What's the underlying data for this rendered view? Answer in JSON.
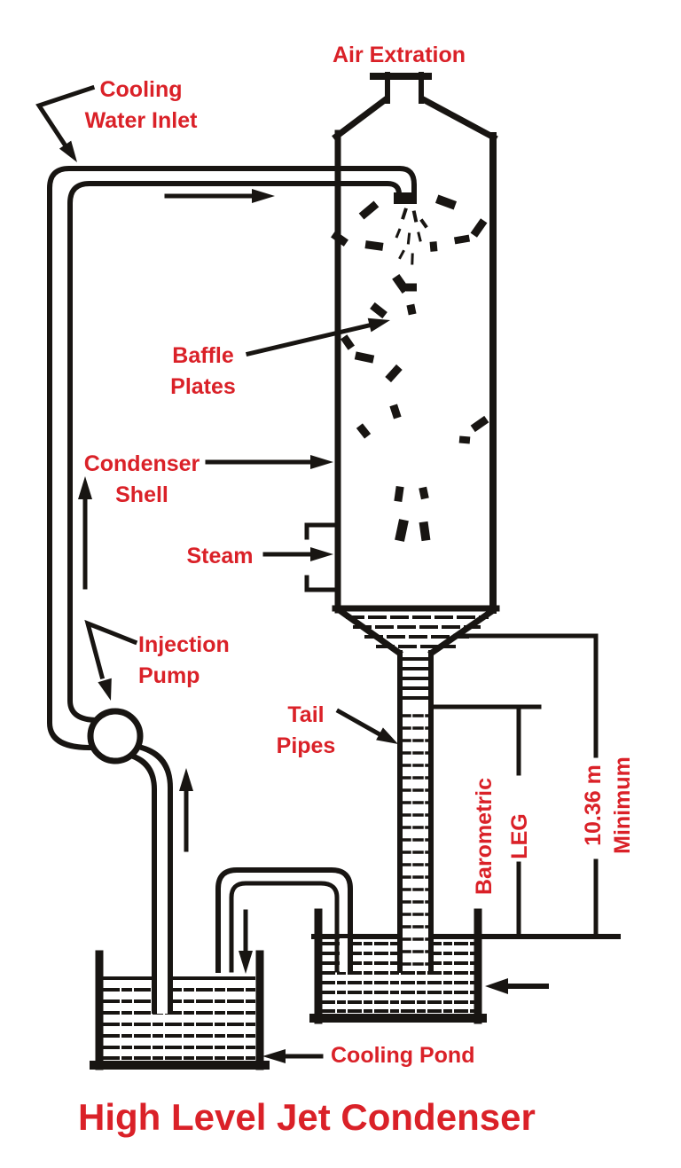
{
  "diagram": {
    "title": "High Level Jet Condenser",
    "colors": {
      "label_red": "#da2128",
      "line_black": "#181512"
    },
    "labels": {
      "air_extraction": "Air Extration",
      "cooling_water_inlet_line1": "Cooling",
      "cooling_water_inlet_line2": "Water Inlet",
      "baffle_plates_line1": "Baffle",
      "baffle_plates_line2": "Plates",
      "condenser_shell_line1": "Condenser",
      "condenser_shell_line2": "Shell",
      "steam": "Steam",
      "injection_pump_line1": "Injection",
      "injection_pump_line2": "Pump",
      "tail_pipes_line1": "Tail",
      "tail_pipes_line2": "Pipes",
      "barometric_line1": "Barometric",
      "barometric_line2": "LEG",
      "minimum_line1": "10.36 m",
      "minimum_line2": "Minimum",
      "cooling_pond": "Cooling Pond"
    }
  }
}
